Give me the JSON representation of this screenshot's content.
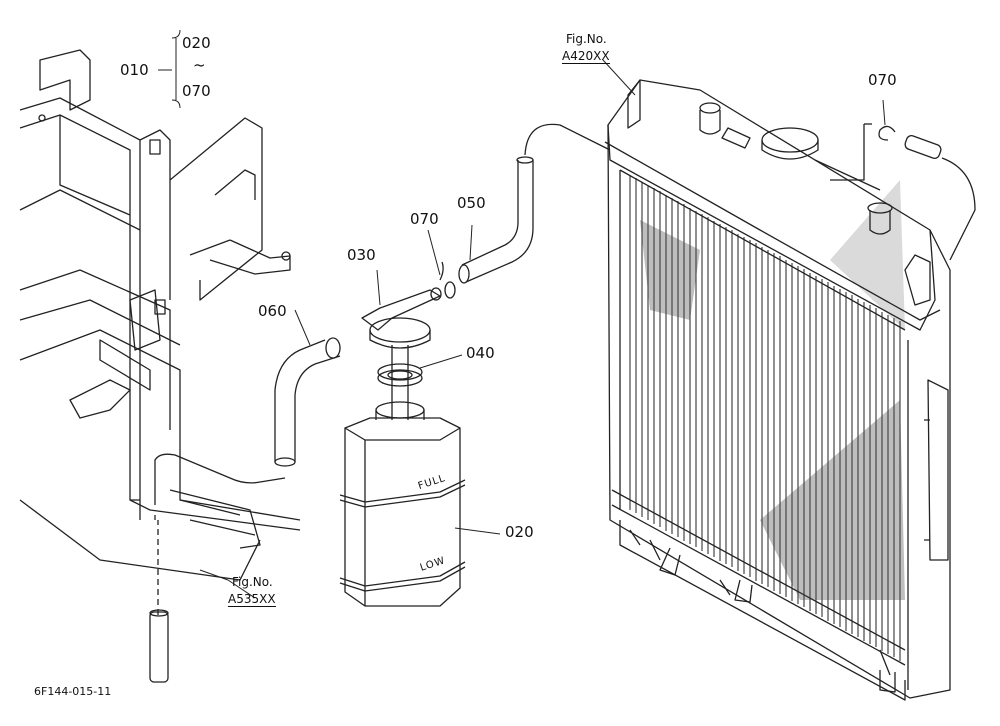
{
  "diagram": {
    "group_label": {
      "id": "010",
      "from": "020",
      "range_mark": "~",
      "to": "070"
    },
    "callouts": [
      {
        "key": "030",
        "label": "030"
      },
      {
        "key": "070a",
        "label": "070"
      },
      {
        "key": "050",
        "label": "050"
      },
      {
        "key": "060",
        "label": "060"
      },
      {
        "key": "040",
        "label": "040"
      },
      {
        "key": "020",
        "label": "020"
      },
      {
        "key": "070b",
        "label": "070"
      }
    ],
    "fig_refs": [
      {
        "key": "a420",
        "title": "Fig.No.",
        "code": "A420XX"
      },
      {
        "key": "a535",
        "title": "Fig.No.",
        "code": "A535XX"
      }
    ],
    "tank_marks": {
      "full": "FULL",
      "low": "LOW"
    },
    "drawing_code": "6F144-015-11"
  }
}
